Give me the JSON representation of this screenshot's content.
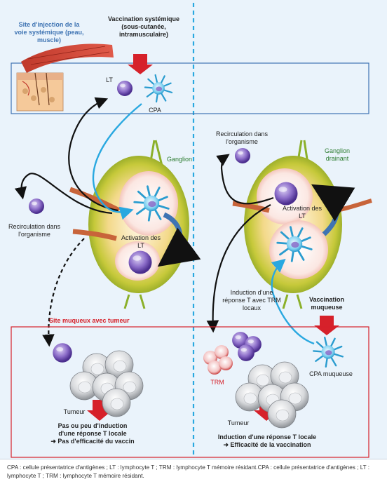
{
  "left": {
    "injection_site": "Site d'injection de la voie systémique (peau, muscle)",
    "systemic_vaccination": "Vaccination systémique (sous-cutanée, intramusculaire)",
    "lt": "LT",
    "cpa": "CPA",
    "ganglion": "Ganglion",
    "recirculation": "Recirculation dans l'organisme",
    "activation": "Activation des LT",
    "mucosal_site": "Site muqueux avec tumeur",
    "tumor": "Tumeur",
    "outcome_1": "Pas ou peu d'induction",
    "outcome_2": "d'une réponse T locale",
    "outcome_3": "Pas d'efficacité du vaccin"
  },
  "right": {
    "recirculation": "Recirculation dans l'organisme",
    "ganglion": "Ganglion drainant",
    "activation": "Activation des LT",
    "induction": "Induction d'une réponse T avec TRM locaux",
    "mucosal_vaccination": "Vaccination muqueuse",
    "trm": "TRM",
    "cpa_mucosal": "CPA muqueuse",
    "tumor": "Tumeur",
    "outcome_1": "Induction d'une réponse T locale",
    "outcome_2": "Efficacité de la vaccination"
  },
  "footer": "CPA : cellule présentatrice d'antigènes ; LT : lymphocyte T ; TRM : lymphocyte T mémoire résidant.CPA : cellule présentatrice d'antigènes ; LT : lymphocyte T ; TRM : lymphocyte T mémoire résidant.",
  "colors": {
    "background": "#eaf3fb",
    "red_arrow": "#d6212a",
    "blue_label": "#3f74b3",
    "ganglion_label": "#2e7d32",
    "divider": "#29a8e0"
  }
}
